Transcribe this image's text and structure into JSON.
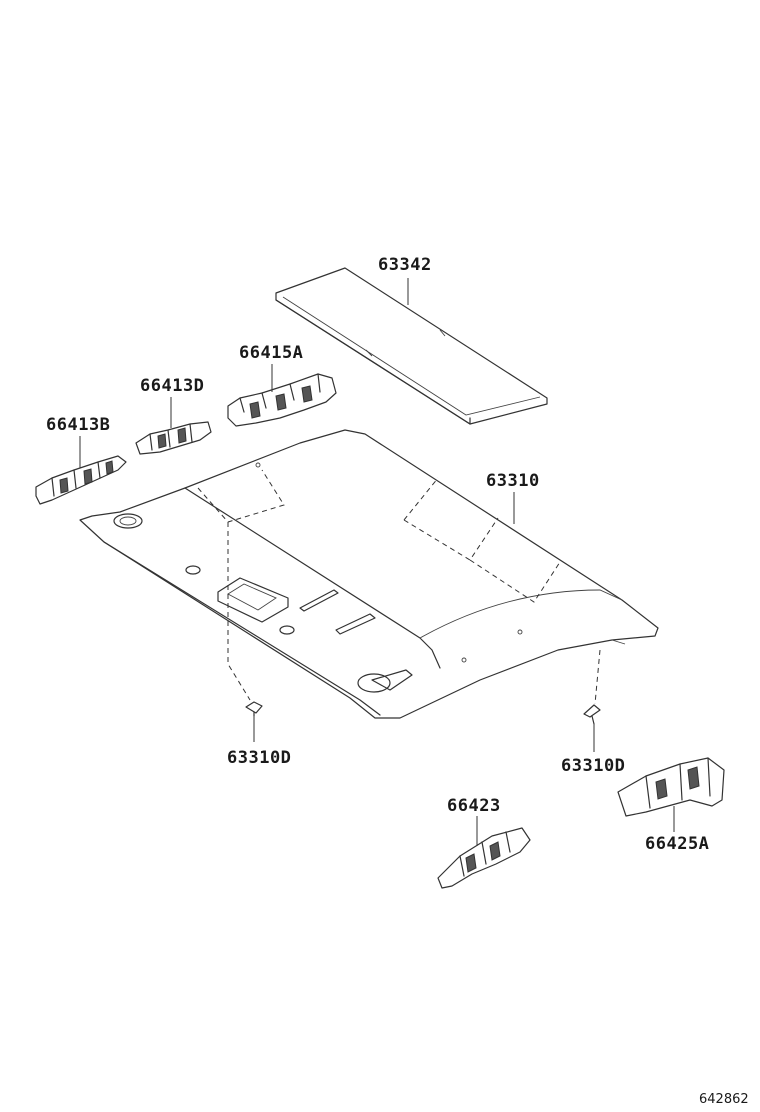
{
  "diagram": {
    "parts": [
      {
        "id": "p1",
        "label": "63342"
      },
      {
        "id": "p2",
        "label": "66415A"
      },
      {
        "id": "p3",
        "label": "66413D"
      },
      {
        "id": "p4",
        "label": "66413B"
      },
      {
        "id": "p5",
        "label": "63310"
      },
      {
        "id": "p6",
        "label": "63310D"
      },
      {
        "id": "p7",
        "label": "63310D"
      },
      {
        "id": "p8",
        "label": "66423"
      },
      {
        "id": "p9",
        "label": "66425A"
      }
    ],
    "reference_code": "642862"
  }
}
